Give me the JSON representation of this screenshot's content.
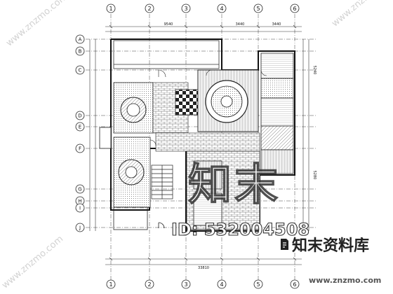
{
  "axes_columns": [
    "1",
    "2",
    "3",
    "4",
    "5",
    "6"
  ],
  "axes_rows": [
    "A",
    "B",
    "C",
    "D",
    "E",
    "F",
    "G",
    "H",
    "I",
    "J"
  ],
  "dimensions_top": [
    "9540",
    "3440",
    "3440"
  ],
  "dimensions_bottom": [
    "33810"
  ],
  "dimensions_right": [
    "5240",
    "5280"
  ],
  "watermark": {
    "big": "知末",
    "id": "ID: 532004508",
    "brand": "知末资料库",
    "url": "www.znzmo.com",
    "corner": "www.znzmo.com"
  },
  "colors": {
    "line": "#222222",
    "hatch": "#555555",
    "wall": "#111111"
  }
}
